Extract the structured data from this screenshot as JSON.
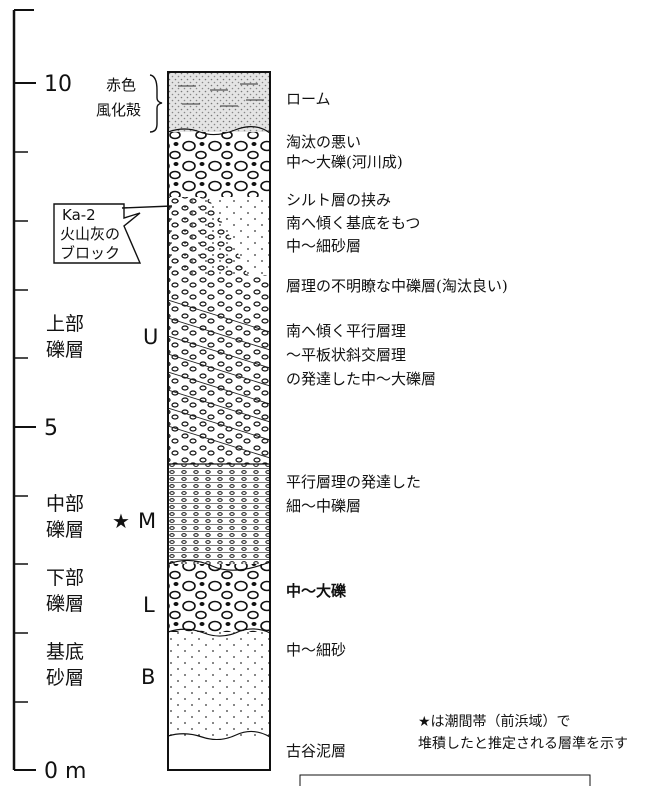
{
  "scale": {
    "unit": "m",
    "labels": {
      "top": "10",
      "mid": "5",
      "bottom": "0 m"
    }
  },
  "units": [
    {
      "name_lines": [
        "上部",
        "礫層"
      ],
      "code": "U"
    },
    {
      "name_lines": [
        "中部",
        "礫層"
      ],
      "code": "M",
      "star": "★"
    },
    {
      "name_lines": [
        "下部",
        "礫層"
      ],
      "code": "L"
    },
    {
      "name_lines": [
        "基底",
        "砂層"
      ],
      "code": "B"
    }
  ],
  "weathered_crust": [
    "赤色",
    "風化殻"
  ],
  "tephra_box": [
    "Ka-2",
    "火山灰の",
    "ブロック"
  ],
  "descriptions": [
    [
      "ローム"
    ],
    [
      "淘汰の悪い",
      "中～大礫(河川成)"
    ],
    [
      "シルト層の挟み",
      "南へ傾く基底をもつ",
      "中～細砂層"
    ],
    [
      "層理の不明瞭な中礫層(淘汰良い)"
    ],
    [
      "南へ傾く平行層理",
      "～平板状斜交層理",
      "の発達した中～大礫層"
    ],
    [
      "平行層理の発達した",
      "細～中礫層"
    ],
    [
      "中～大礫"
    ],
    [
      "中～細砂"
    ],
    [
      "古谷泥層"
    ]
  ],
  "note": [
    "★は潮間帯（前浜域）で",
    "堆積したと推定される層準を示す"
  ],
  "colors": {
    "ink": "#111111",
    "paper": "#ffffff"
  }
}
